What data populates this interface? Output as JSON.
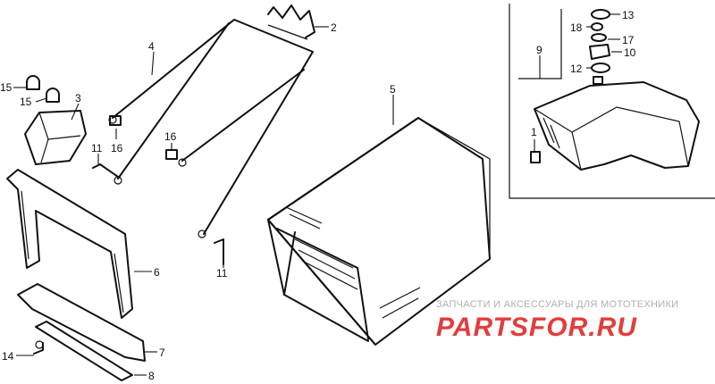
{
  "colors": {
    "line": "#111111",
    "watermark_gray": "#b0b0b0",
    "watermark_red": "#e23d3d"
  },
  "callouts": [
    {
      "key": "c2",
      "text": "2"
    },
    {
      "key": "c3",
      "text": "3"
    },
    {
      "key": "c4",
      "text": "4"
    },
    {
      "key": "c5",
      "text": "5"
    },
    {
      "key": "c6",
      "text": "6"
    },
    {
      "key": "c7",
      "text": "7"
    },
    {
      "key": "c8",
      "text": "8"
    },
    {
      "key": "c9",
      "text": "9"
    },
    {
      "key": "c10",
      "text": "10"
    },
    {
      "key": "c11a",
      "text": "11"
    },
    {
      "key": "c11b",
      "text": "11"
    },
    {
      "key": "c12",
      "text": "12"
    },
    {
      "key": "c13",
      "text": "13"
    },
    {
      "key": "c14",
      "text": "14"
    },
    {
      "key": "c15a",
      "text": "15"
    },
    {
      "key": "c15b",
      "text": "15"
    },
    {
      "key": "c16a",
      "text": "16"
    },
    {
      "key": "c16b",
      "text": "16"
    },
    {
      "key": "c17",
      "text": "17"
    },
    {
      "key": "c18",
      "text": "18"
    },
    {
      "key": "c1",
      "text": "1"
    }
  ],
  "watermark": {
    "subtitle": "ЗАПЧАСТИ И АКСЕССУАРЫ ДЛЯ МОТОТЕХНИКИ",
    "brand": "PARTSFOR.RU"
  }
}
